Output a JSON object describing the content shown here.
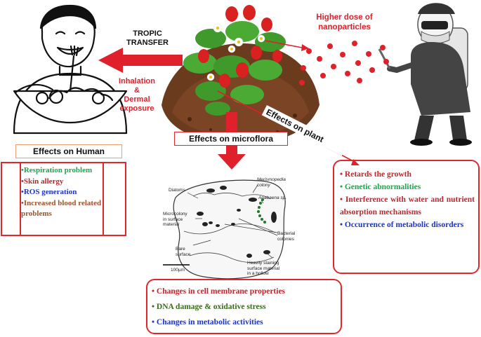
{
  "labels": {
    "tropic_transfer": "TROPIC\nTRANSFER",
    "inhalation": "Inhalation\n&\nDermal\nexposure",
    "higher_dose": "Higher dose of\nnanoparticles",
    "effects_on_plant": "Effects on plant",
    "effects_on_microflora": "Effects on microflora",
    "effects_on_human": "Effects on Human"
  },
  "human_effects": [
    {
      "text": "Respiration problem",
      "color": "#1aa84b"
    },
    {
      "text": "Skin allergy",
      "color": "#c0262d"
    },
    {
      "text": "ROS generation",
      "color": "#1e33c9"
    },
    {
      "text": "Increased blood related problems",
      "color": "#a0522d"
    }
  ],
  "plant_effects": [
    {
      "text": "Retards the growth",
      "color": "#c0262d"
    },
    {
      "text": "Genetic abnormalities",
      "color": "#1aa84b"
    },
    {
      "text": "Interference with water and nutrient absorption mechanisms",
      "color": "#c0262d"
    },
    {
      "text": "Occurrence of metabolic disorders",
      "color": "#1e33c9"
    }
  ],
  "microflora_effects": [
    {
      "text": "Changes in cell membrane properties",
      "color": "#c0262d"
    },
    {
      "text": "DNA damage & oxidative stress",
      "color": "#3a6b1e"
    },
    {
      "text": "Changes in metabolic activities",
      "color": "#1e33c9"
    }
  ],
  "micro_figure": {
    "diatoms": "Diatoms",
    "merismopedia": "Merismopedia\ncolony",
    "anabaena": "Anabaena sp.",
    "microcolony": "Microcolony\nin surface\nmaterial",
    "bacterial": "Bacterial\ncolonies",
    "bare": "Bare\nsurface",
    "heavily": "Heavily staining\nsurface material\nin a hollow",
    "scale": "100µm"
  },
  "colors": {
    "accent_red": "#e3262b",
    "arrow_red": "#e0202a"
  }
}
